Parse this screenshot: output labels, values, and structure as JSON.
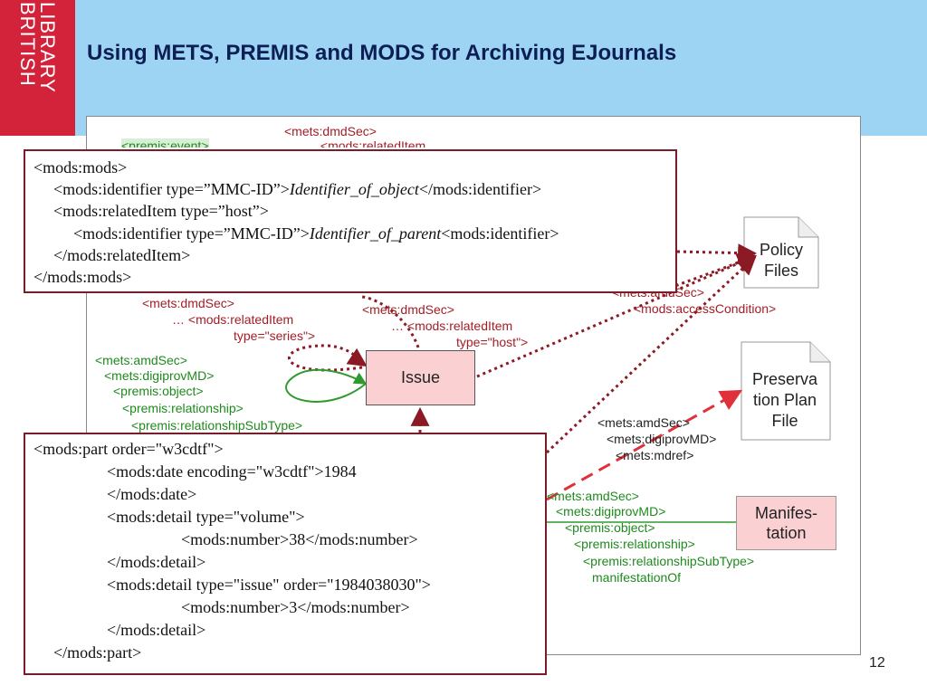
{
  "logo": {
    "line1": "BRITISH",
    "line2": "LIBRARY"
  },
  "title": "Using METS, PREMIS and MODS for Archiving EJournals",
  "page_number": "12",
  "nodes": {
    "issue": "Issue",
    "manifestation_line1": "Manifes-",
    "manifestation_line2": "tation",
    "policy_line1": "Policy",
    "policy_line2": "Files",
    "preservation_line1": "Preserva",
    "preservation_line2": "tion Plan",
    "preservation_line3": "File"
  },
  "hidden_labels": {
    "top_dmdsec": "<mets:dmdSec>",
    "top_related": "… <mods:relatedItem",
    "top_premis_event": "<premis:event>"
  },
  "labels": {
    "series_dmdsec": "<mets:dmdSec>",
    "series_related": "… <mods:relatedItem",
    "series_type": "type=\"series\">",
    "host_dmdsec": "<mets:dmdSec>",
    "host_related": "… <mods:relatedItem",
    "host_type": "type=\"host\">",
    "policy_amdsec": "<mets:amdSec>",
    "policy_access": "<mods:accessCondition>",
    "issue_amdsec": "<mets:amdSec>",
    "issue_digiprov": "<mets:digiprovMD>",
    "issue_object": "<premis:object>",
    "issue_relationship": "<premis:relationship>",
    "issue_subtype": "<premis:relationshipSubType>",
    "plan_amdsec": "<mets:amdSec>",
    "plan_digiprov": "<mets:digiprovMD>",
    "plan_mdref": "<mets:mdref>",
    "manif_amdsec": "<mets:amdSec>",
    "manif_digiprov": "<mets:digiprovMD>",
    "manif_object": "<premis:object>",
    "manif_relationship": "<premis:relationship>",
    "manif_subtype": "<premis:relationshipSubType>",
    "manif_of": "manifestationOf"
  },
  "mods_box": {
    "l1": "<mods:mods>",
    "l2a": "<mods:identifier type=”MMC-ID”>",
    "l2b": "Identifier_of_object",
    "l2c": "</mods:identifier>",
    "l3": "<mods:relatedItem type=”host”>",
    "l4a": "<mods:identifier type=”MMC-ID”>",
    "l4b": "Identifier_of_parent",
    "l4c": "<mods:identifier>",
    "l5": "</mods:relatedItem>",
    "l6": "</mods:mods>"
  },
  "part_box": {
    "l1": "<mods:part order=\"w3cdtf\">",
    "l2": "<mods:date encoding=\"w3cdtf\">1984",
    "l3": "</mods:date>",
    "l4": "<mods:detail type=\"volume\">",
    "l5": "<mods:number>38</mods:number>",
    "l6": "</mods:detail>",
    "l7": "<mods:detail type=\"issue\" order=\"1984038030\">",
    "l8": "<mods:number>3</mods:number>",
    "l9": "</mods:detail>",
    "l10": "</mods:part>"
  },
  "colors": {
    "header_bg": "#9dd3f3",
    "logo_bg": "#d2233b",
    "title_color": "#0d1e55",
    "arrow_red": "#8b1a24",
    "dash_red": "#e0303a",
    "arrow_green": "#2e9a2e",
    "box_border": "#7a1d2b",
    "node_fill": "#fbd0d3"
  }
}
